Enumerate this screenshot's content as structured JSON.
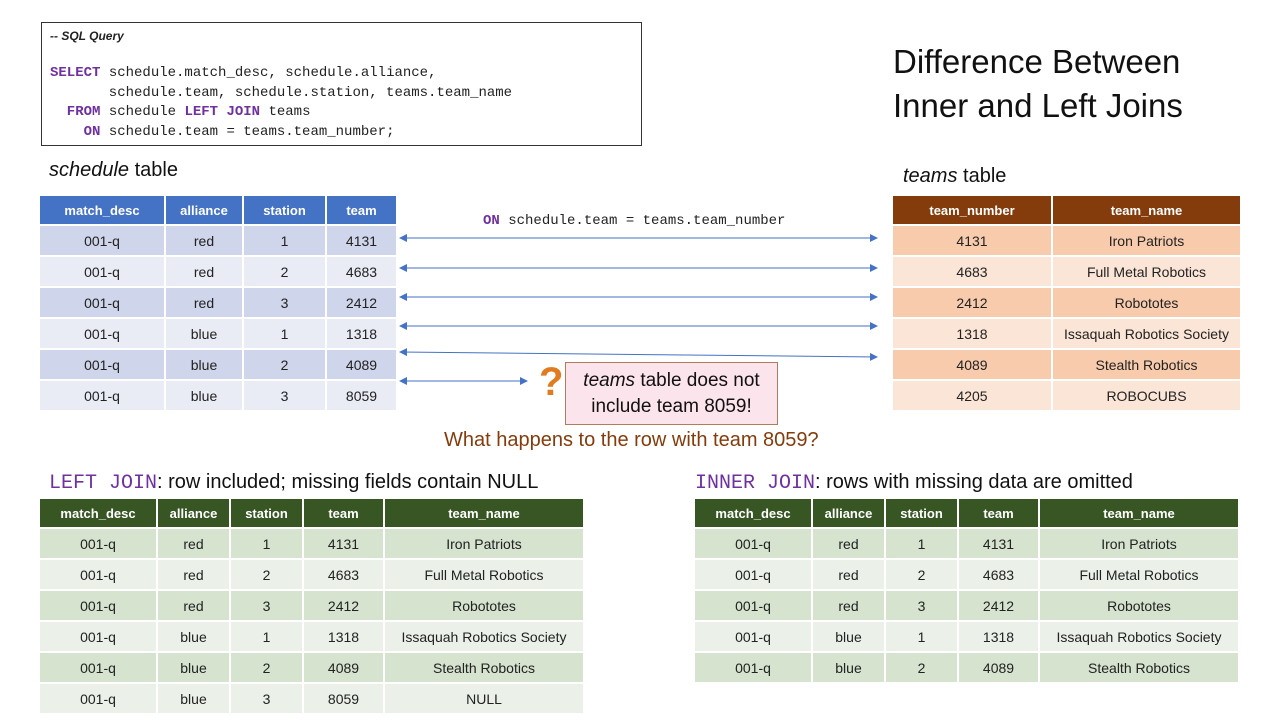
{
  "sql": {
    "comment": "-- SQL Query",
    "lines": [
      [
        {
          "t": "SELECT",
          "k": true
        },
        {
          "t": " schedule.match_desc, schedule.alliance,",
          "k": false
        }
      ],
      [
        {
          "t": "       schedule.team, schedule.station, teams.team_name",
          "k": false
        }
      ],
      [
        {
          "t": "  FROM",
          "k": true
        },
        {
          "t": " schedule ",
          "k": false
        },
        {
          "t": "LEFT JOIN",
          "k": true
        },
        {
          "t": " teams",
          "k": false
        }
      ],
      [
        {
          "t": "    ON",
          "k": true
        },
        {
          "t": " schedule.team = teams.team_number;",
          "k": false
        }
      ]
    ]
  },
  "title_line1": "Difference Between",
  "title_line2": "Inner and Left Joins",
  "schedule": {
    "caption_italic": "schedule",
    "caption_rest": " table",
    "columns": [
      "match_desc",
      "alliance",
      "station",
      "team"
    ],
    "rows": [
      [
        "001-q",
        "red",
        "1",
        "4131"
      ],
      [
        "001-q",
        "red",
        "2",
        "4683"
      ],
      [
        "001-q",
        "red",
        "3",
        "2412"
      ],
      [
        "001-q",
        "blue",
        "1",
        "1318"
      ],
      [
        "001-q",
        "blue",
        "2",
        "4089"
      ],
      [
        "001-q",
        "blue",
        "3",
        "8059"
      ]
    ]
  },
  "teams": {
    "caption_italic": "teams",
    "caption_rest": " table",
    "columns": [
      "team_number",
      "team_name"
    ],
    "rows": [
      [
        "4131",
        "Iron Patriots"
      ],
      [
        "4683",
        "Full Metal Robotics"
      ],
      [
        "2412",
        "Robototes"
      ],
      [
        "1318",
        "Issaquah Robotics Society"
      ],
      [
        "4089",
        "Stealth Robotics"
      ],
      [
        "4205",
        "ROBOCUBS"
      ]
    ]
  },
  "on_clause": {
    "kw": "ON",
    "rest": " schedule.team = teams.team_number"
  },
  "callout": {
    "italic": "teams",
    "line1_rest": " table does not",
    "line2": "include team 8059!"
  },
  "question_mark": "?",
  "question": "What happens to the row with team 8059?",
  "left_join": {
    "kw": "LEFT JOIN",
    "desc": ": row included; missing fields contain NULL",
    "columns": [
      "match_desc",
      "alliance",
      "station",
      "team",
      "team_name"
    ],
    "rows": [
      [
        "001-q",
        "red",
        "1",
        "4131",
        "Iron Patriots"
      ],
      [
        "001-q",
        "red",
        "2",
        "4683",
        "Full Metal Robotics"
      ],
      [
        "001-q",
        "red",
        "3",
        "2412",
        "Robototes"
      ],
      [
        "001-q",
        "blue",
        "1",
        "1318",
        "Issaquah Robotics Society"
      ],
      [
        "001-q",
        "blue",
        "2",
        "4089",
        "Stealth Robotics"
      ],
      [
        "001-q",
        "blue",
        "3",
        "8059",
        "NULL"
      ]
    ]
  },
  "inner_join": {
    "kw": "INNER JOIN",
    "desc": ": rows with missing data are omitted",
    "columns": [
      "match_desc",
      "alliance",
      "station",
      "team",
      "team_name"
    ],
    "rows": [
      [
        "001-q",
        "red",
        "1",
        "4131",
        "Iron Patriots"
      ],
      [
        "001-q",
        "red",
        "2",
        "4683",
        "Full Metal Robotics"
      ],
      [
        "001-q",
        "red",
        "3",
        "2412",
        "Robototes"
      ],
      [
        "001-q",
        "blue",
        "1",
        "1318",
        "Issaquah Robotics Society"
      ],
      [
        "001-q",
        "blue",
        "2",
        "4089",
        "Stealth Robotics"
      ]
    ]
  },
  "colors": {
    "schedule_header": "#4472c4",
    "teams_header": "#843c0c",
    "result_header": "#375623",
    "keyword": "#7030a0",
    "arrow": "#4472c4",
    "question_mark": "#e07b1f"
  }
}
